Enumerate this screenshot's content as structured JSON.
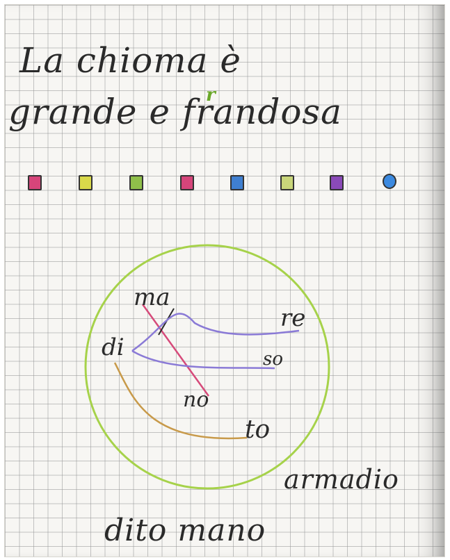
{
  "title": {
    "line1": "La chioma è",
    "line2": "grande e frandosa",
    "correction_mark": "r"
  },
  "swatch_colors": [
    "#d6457a",
    "#d9d94a",
    "#8fbf4a",
    "#d6457a",
    "#3f7fd0",
    "#c9d67a",
    "#8a4ab8",
    "#3c8ae0"
  ],
  "circle_color": "#a6d24a",
  "syllables": {
    "ma": "ma",
    "di": "di",
    "re": "re",
    "so": "so",
    "no": "no",
    "to": "to"
  },
  "line_colors": {
    "ma_no": "#d64a7a",
    "di_re": "#8a7ad6",
    "di_so": "#8a7ad6",
    "di_to": "#c89a4a"
  },
  "words": {
    "armadio": "armadio",
    "dito_mano": "dito mano"
  }
}
